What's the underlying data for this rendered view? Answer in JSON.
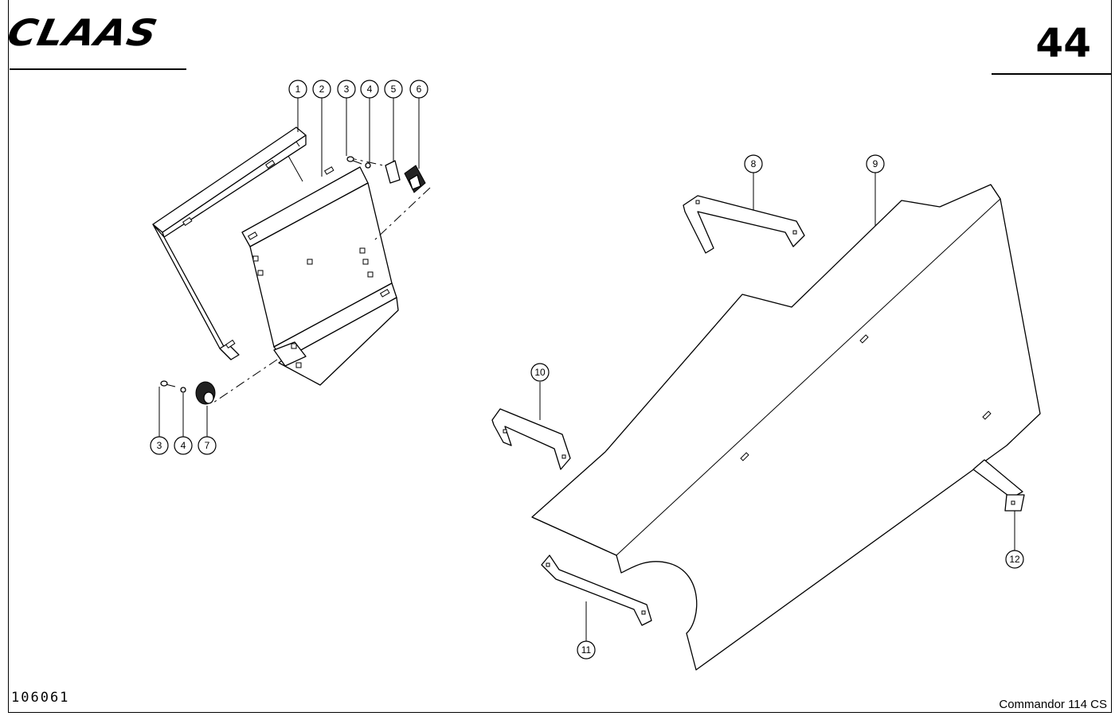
{
  "header": {
    "brand": "CLAAS",
    "page_number": "44"
  },
  "footer": {
    "doc_number": "106061",
    "model": "Commandor 114 CS"
  },
  "callouts": [
    "1",
    "2",
    "3",
    "4",
    "5",
    "6",
    "3",
    "4",
    "7",
    "8",
    "9",
    "10",
    "11",
    "12"
  ]
}
